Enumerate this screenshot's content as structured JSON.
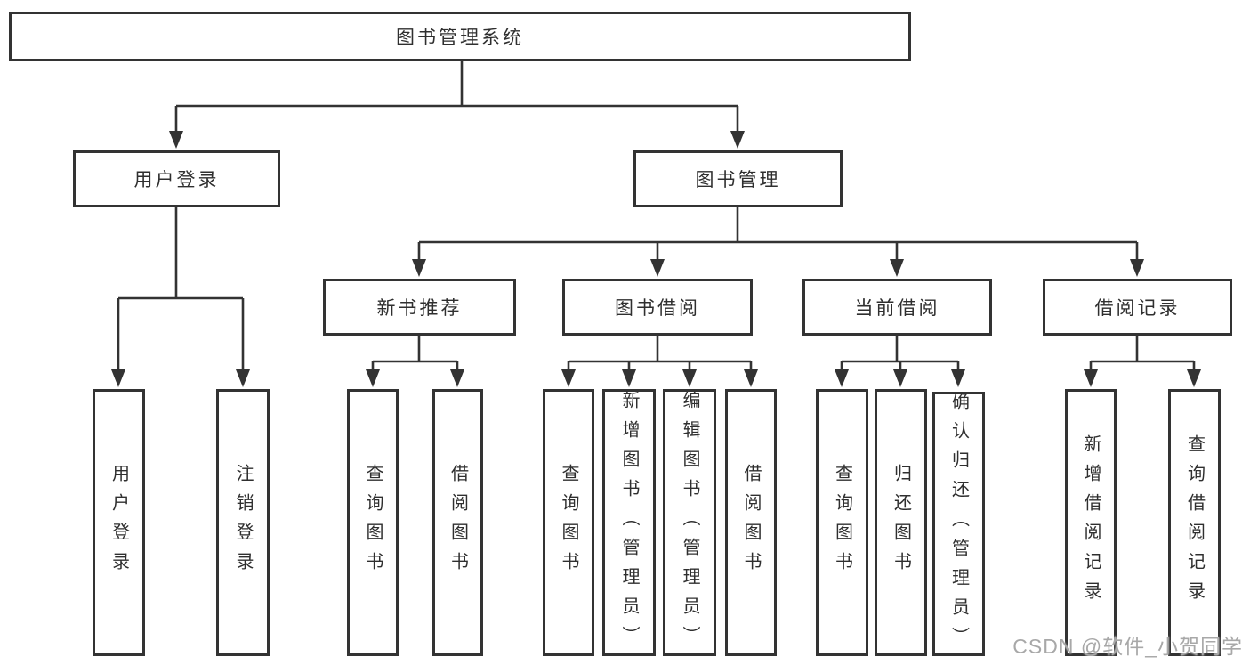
{
  "colors": {
    "background": "#ffffff",
    "box_border": "#333333",
    "line": "#333333",
    "text": "#2f2f2f",
    "watermark": "#a8a8a8"
  },
  "nodes": {
    "root": {
      "label": "图书管理系统"
    },
    "user_login": {
      "label": "用户登录"
    },
    "book_management": {
      "label": "图书管理"
    },
    "user_login_leaf": {
      "label": "用户登录"
    },
    "logout_leaf": {
      "label": "注销登录"
    },
    "new_book_recommend": {
      "label": "新书推荐"
    },
    "book_borrow": {
      "label": "图书借阅"
    },
    "current_borrow": {
      "label": "当前借阅"
    },
    "borrow_records": {
      "label": "借阅记录"
    },
    "nbr_query_books": {
      "label": "查询图书"
    },
    "nbr_borrow_books": {
      "label": "借阅图书"
    },
    "bb_query_books": {
      "label": "查询图书"
    },
    "bb_add_books": {
      "label": "新增图书（管理员）"
    },
    "bb_edit_books": {
      "label": "编辑图书（管理员）"
    },
    "bb_borrow_books": {
      "label": "借阅图书"
    },
    "cb_query_books": {
      "label": "查询图书"
    },
    "cb_return_books": {
      "label": "归还图书"
    },
    "cb_confirm_return": {
      "label": "确认归还（管理员）"
    },
    "br_add_record": {
      "label": "新增借阅记录"
    },
    "br_query_record": {
      "label": "查询借阅记录"
    }
  },
  "hierarchy": {
    "图书管理系统": [
      "用户登录",
      "图书管理"
    ],
    "用户登录": [
      "用户登录",
      "注销登录"
    ],
    "图书管理": [
      "新书推荐",
      "图书借阅",
      "当前借阅",
      "借阅记录"
    ],
    "新书推荐": [
      "查询图书",
      "借阅图书"
    ],
    "图书借阅": [
      "查询图书",
      "新增图书（管理员）",
      "编辑图书（管理员）",
      "借阅图书"
    ],
    "当前借阅": [
      "查询图书",
      "归还图书",
      "确认归还（管理员）"
    ],
    "借阅记录": [
      "新增借阅记录",
      "查询借阅记录"
    ]
  },
  "watermark": {
    "text": "CSDN @软件_小贺同学"
  }
}
